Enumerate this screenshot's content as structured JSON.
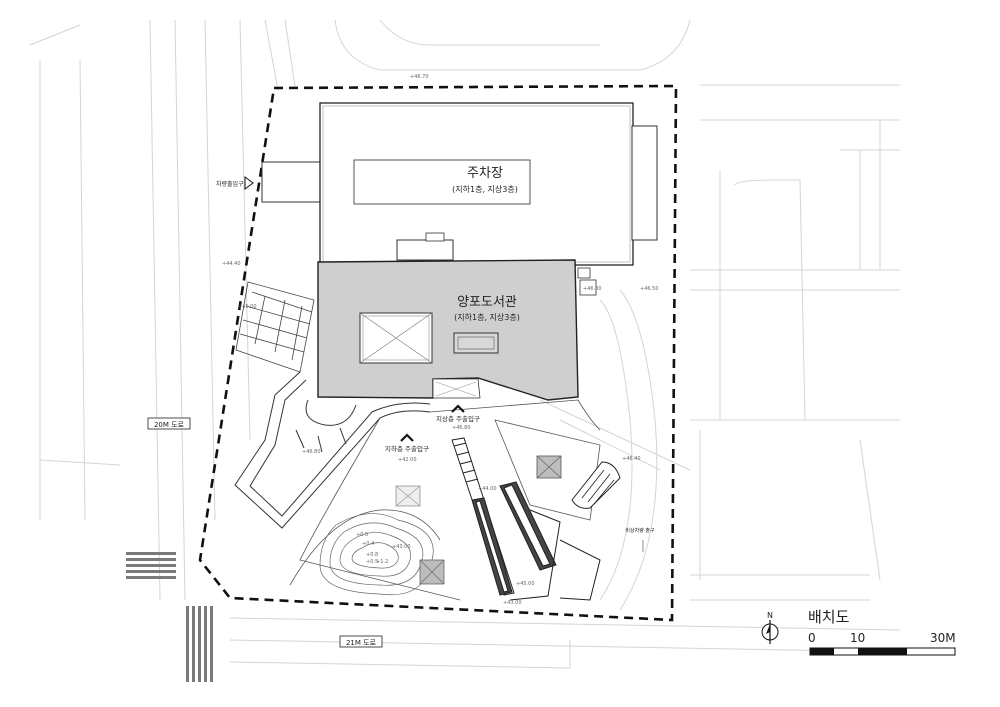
{
  "labels": {
    "parking_title": "주차장",
    "parking_sub": "(지하1층, 지상3층)",
    "library_title": "양포도서관",
    "library_sub": "(지하1층, 지상3층)",
    "entrance_ground": "지상층 주출입구",
    "entrance_basement": "지하층 주출입구",
    "vehicle_entrance": "차량출입구",
    "road_west": "20M 도로",
    "road_south": "21M 도로",
    "fire_exit": "비상차량 출구",
    "drawing_title": "배치도",
    "north": "N"
  },
  "levels": {
    "top": "+46.70",
    "northwest": "+44.40",
    "library_east": "+46.80",
    "east": "+46.50",
    "stair_top": "+45.00",
    "plaza": "+46.80",
    "entrance_ground": "+46.80",
    "entrance_basement": "+42.00",
    "ramp_mid": "+44.00",
    "ramp_low": "+45.00",
    "ramp_bottom": "+43.00",
    "far_east": "+46.40",
    "garden_a": "+43.00",
    "garden_b": "+0.0",
    "garden_c": "+0.4",
    "garden_d": "+0.8",
    "garden_e": "+0.5",
    "garden_f": "+1.2"
  },
  "scale_bar": {
    "ticks": [
      "0",
      "10",
      "30M"
    ]
  }
}
